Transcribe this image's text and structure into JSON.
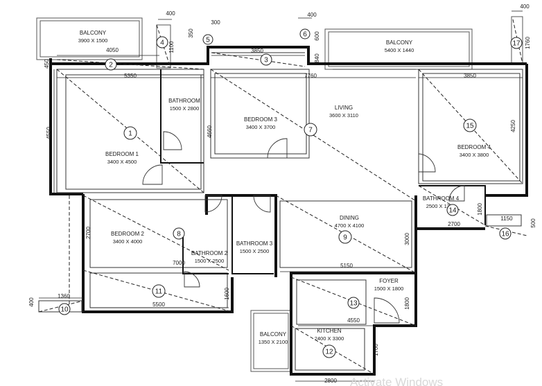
{
  "rooms": [
    {
      "name": "BALCONY",
      "dim": "3900 X 1500"
    },
    {
      "name": "BALCONY",
      "dim": "5400 X 1440"
    },
    {
      "name": "BATHROOM",
      "dim": "1500 X 2800"
    },
    {
      "name": "BEDROOM 3",
      "dim": "3400 X 3700"
    },
    {
      "name": "LIVING",
      "dim": "3600 X 3110"
    },
    {
      "name": "BEDROOM 1",
      "dim": "3400 X 4500"
    },
    {
      "name": "BEDROOM 4",
      "dim": "3400 X 3800"
    },
    {
      "name": "BATHROOM 4",
      "dim": "2500 X 1300"
    },
    {
      "name": "BEDROOM 2",
      "dim": "3400 X 4000"
    },
    {
      "name": "DINING",
      "dim": "4700 X 4100"
    },
    {
      "name": "BATHROOM 3",
      "dim": "1500 X 2500"
    },
    {
      "name": "BATHROOM 2",
      "dim": "1500 X 2500"
    },
    {
      "name": "FOYER",
      "dim": "1500 X 1800"
    },
    {
      "name": "BALCONY",
      "dim": "1350 X 2100"
    },
    {
      "name": "KITCHEN",
      "dim": "2400 X 3300"
    }
  ],
  "dimensions": [
    "400",
    "1100",
    "4050",
    "450",
    "350",
    "300",
    "3850",
    "400",
    "600",
    "840",
    "400",
    "1760",
    "5350",
    "7760",
    "3850",
    "4550",
    "4660",
    "4250",
    "2700",
    "7000",
    "1800",
    "2700",
    "1150",
    "500",
    "3000",
    "5150",
    "1360",
    "400",
    "5500",
    "1600",
    "1800",
    "4550",
    "1700",
    "2800"
  ],
  "circles": [
    "1",
    "2",
    "3",
    "4",
    "5",
    "6",
    "7",
    "8",
    "9",
    "10",
    "11",
    "12",
    "13",
    "14",
    "15",
    "16",
    "17"
  ],
  "watermark": "Activate Windows"
}
